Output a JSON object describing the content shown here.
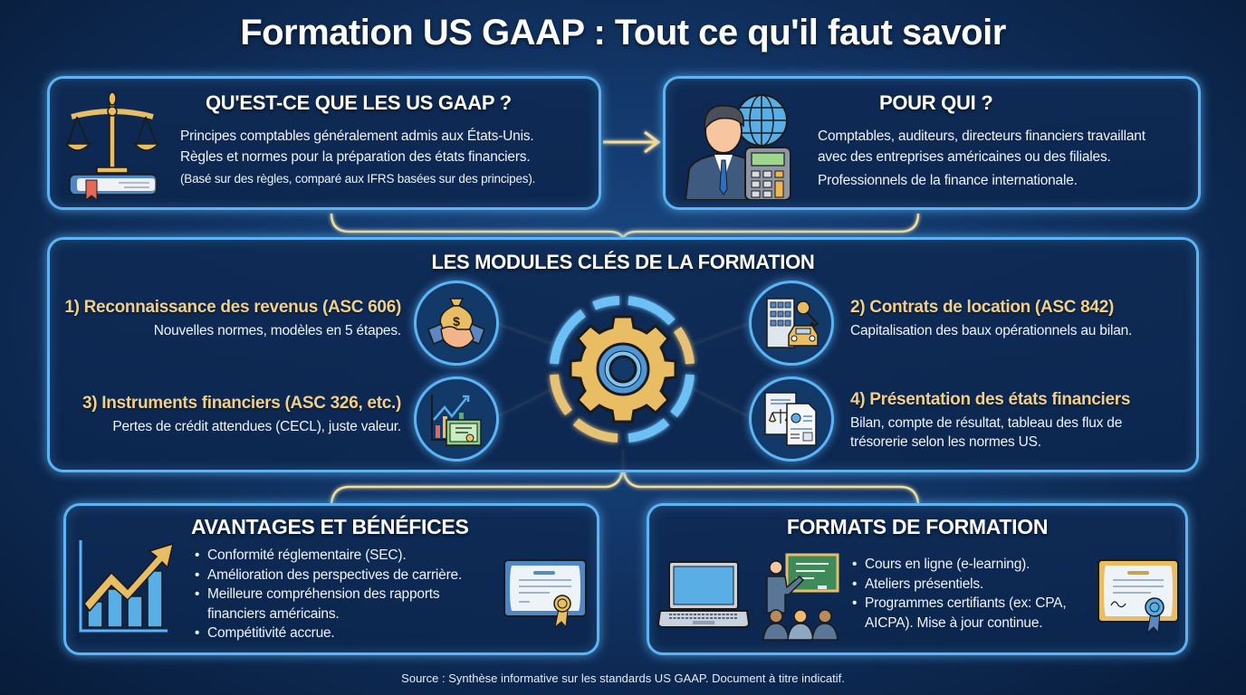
{
  "title": "Formation US GAAP : Tout ce qu'il faut savoir",
  "colors": {
    "background": "#0d2850",
    "panel_border": "#5ab4f5",
    "accent_gold": "#f0cf8a",
    "connector_gold": "#f3dc9c"
  },
  "what": {
    "title": "QU'EST-CE QUE LES US GAAP ?",
    "icon": "scales-of-justice-on-book-icon",
    "lines": [
      "Principes comptables généralement admis aux États-Unis.",
      "Règles et normes pour la préparation des états financiers.",
      "(Basé sur des règles, comparé aux IFRS basées sur des principes)."
    ]
  },
  "who": {
    "title": "POUR QUI ?",
    "icon": "businessman-globe-calculator-icon",
    "lines": [
      "Comptables, auditeurs, directeurs financiers travaillant",
      "avec des entreprises américaines ou des filiales.",
      "Professionnels de la finance internationale."
    ]
  },
  "modules": {
    "title": "LES MODULES CLÉS DE LA FORMATION",
    "center_icon": "gear-icon",
    "items": [
      {
        "title": "1) Reconnaissance des revenus (ASC 606)",
        "desc": "Nouvelles normes, modèles en 5 étapes.",
        "icon": "money-bag-handshake-icon"
      },
      {
        "title": "2) Contrats de location (ASC 842)",
        "desc": "Capitalisation des baux opérationnels au bilan.",
        "icon": "building-key-car-icon"
      },
      {
        "title": "3) Instruments financiers (ASC 326, etc.)",
        "desc": "Pertes de crédit attendues (CECL), juste valeur.",
        "icon": "chart-certificate-icon"
      },
      {
        "title": "4) Présentation des états financiers",
        "desc_lines": [
          "Bilan, compte de résultat, tableau des flux de",
          "trésorerie selon les normes US."
        ],
        "icon": "financial-documents-icon"
      }
    ]
  },
  "benefits": {
    "title": "AVANTAGES ET BÉNÉFICES",
    "icon": "growth-chart-icon",
    "side_icon": "certificate-icon",
    "items": [
      "Conformité réglementaire (SEC).",
      "Amélioration des perspectives de carrière.",
      "Meilleure compréhension des rapports financiers américains.",
      "Compétitivité accrue."
    ]
  },
  "formats": {
    "title": "FORMATS DE FORMATION",
    "icons": [
      "laptop-icon",
      "teacher-classroom-icon",
      "certificate-icon"
    ],
    "items": [
      "Cours en ligne (e-learning).",
      "Ateliers présentiels.",
      "Programmes certifiants (ex: CPA, AICPA). Mise à jour continue."
    ]
  },
  "footer": "Source : Synthèse informative sur les standards US GAAP. Document à titre indicatif."
}
